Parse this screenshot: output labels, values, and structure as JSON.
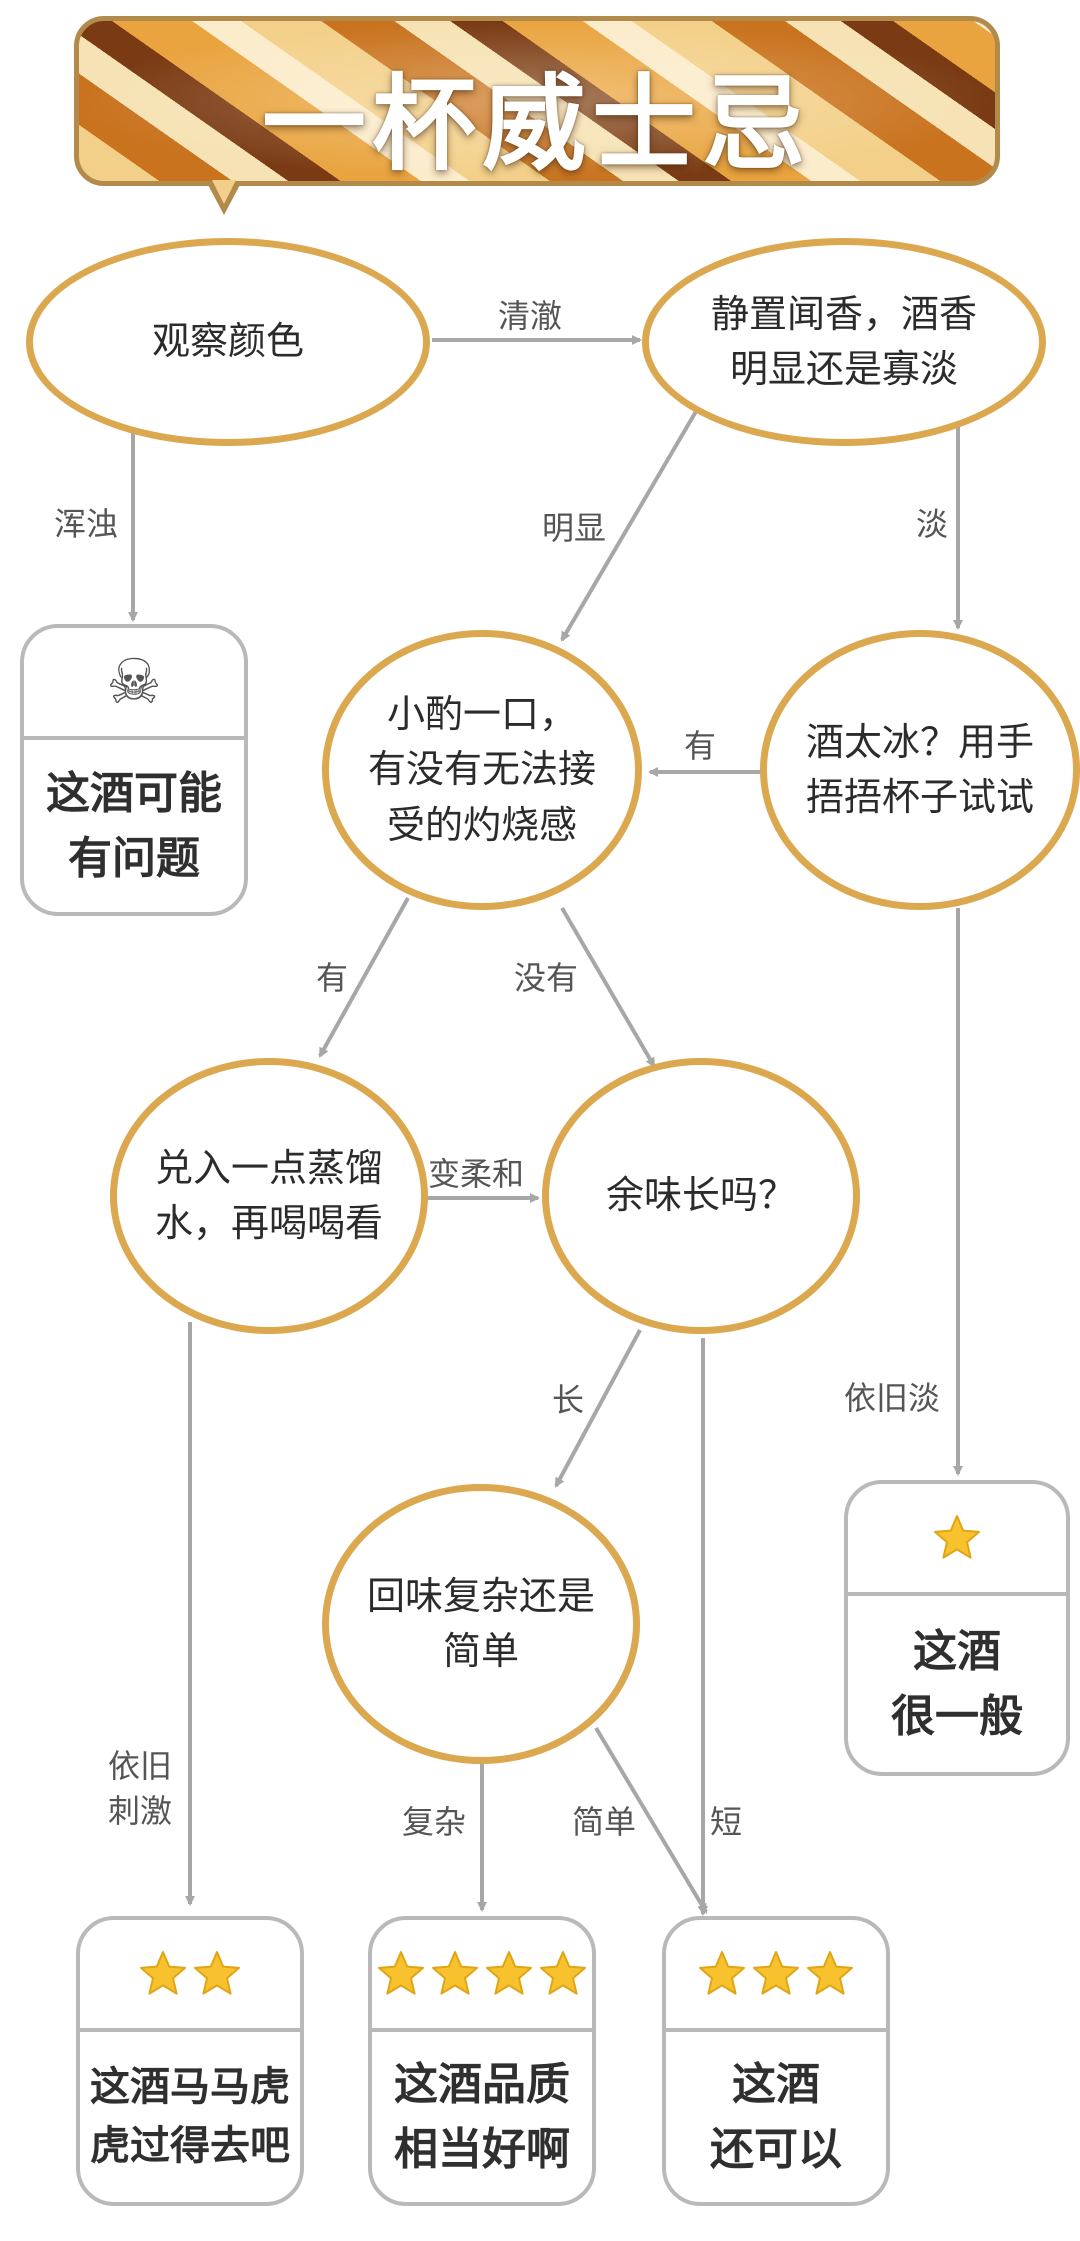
{
  "title": "一杯威士忌",
  "nodes": {
    "observe": "观察颜色",
    "aroma": [
      "静置闻香，酒香",
      "明显还是寡淡"
    ],
    "sip": [
      "小酌一口，",
      "有没有无法接",
      "受的灼烧感"
    ],
    "too_cold": [
      "酒太冰？用手",
      "捂捂杯子试试"
    ],
    "dilute": [
      "兑入一点蒸馏",
      "水，再喝喝看"
    ],
    "finish": "余味长吗？",
    "complexity": [
      "回味复杂还是",
      "简单"
    ]
  },
  "edges": {
    "clear": "清澈",
    "cloudy": "浑浊",
    "strong": "明显",
    "faint": "淡",
    "warm_yes": "有",
    "burn_yes": "有",
    "burn_no": "没有",
    "softer": "变柔和",
    "still_faint": "依旧淡",
    "long": "长",
    "still_harsh": [
      "依旧",
      "刺激"
    ],
    "complex": "复杂",
    "simple": "简单",
    "short": "短"
  },
  "results": {
    "problem": {
      "icon": "skull-crossbones-icon",
      "text": [
        "这酒可能",
        "有问题"
      ]
    },
    "one_star": {
      "stars": 1,
      "text": [
        "这酒",
        "很一般"
      ]
    },
    "two_star": {
      "stars": 2,
      "text": [
        "这酒马马虎",
        "虎过得去吧"
      ]
    },
    "four_star": {
      "stars": 4,
      "text": [
        "这酒品质",
        "相当好啊"
      ]
    },
    "three_star": {
      "stars": 3,
      "text": [
        "这酒",
        "还可以"
      ]
    }
  },
  "colors": {
    "node_border": "#dba84f",
    "card_border": "#b9b9b9",
    "arrow": "#a7a7a7",
    "star": "#f7c22e"
  }
}
